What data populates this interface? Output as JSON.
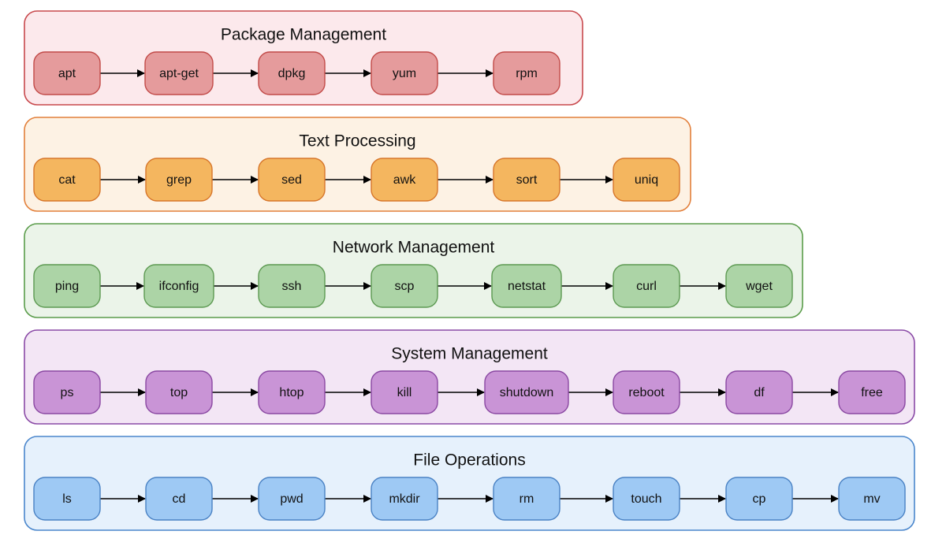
{
  "groups": [
    {
      "title": "Package Management",
      "colors": {
        "bg": "#fce9ec",
        "border": "#c8484c",
        "node_fill": "#e59b9c",
        "node_border": "#c24a48"
      },
      "nodes": [
        "apt",
        "apt-get",
        "dpkg",
        "yum",
        "rpm"
      ]
    },
    {
      "title": "Text Processing",
      "colors": {
        "bg": "#fdf2e4",
        "border": "#e27f3a",
        "node_fill": "#f4b65f",
        "node_border": "#d7762a"
      },
      "nodes": [
        "cat",
        "grep",
        "sed",
        "awk",
        "sort",
        "uniq"
      ]
    },
    {
      "title": "Network Management",
      "colors": {
        "bg": "#ebf4e9",
        "border": "#5a9c4a",
        "node_fill": "#acd4a6",
        "node_border": "#5d9a52"
      },
      "nodes": [
        "ping",
        "ifconfig",
        "ssh",
        "scp",
        "netstat",
        "curl",
        "wget"
      ]
    },
    {
      "title": "System Management",
      "colors": {
        "bg": "#f3e6f5",
        "border": "#8a4aa6",
        "node_fill": "#c994d6",
        "node_border": "#8a48a2"
      },
      "nodes": [
        "ps",
        "top",
        "htop",
        "kill",
        "shutdown",
        "reboot",
        "df",
        "free"
      ]
    },
    {
      "title": "File Operations",
      "colors": {
        "bg": "#e6f1fc",
        "border": "#4a86cc",
        "node_fill": "#9ec9f4",
        "node_border": "#4a82c4"
      },
      "nodes": [
        "ls",
        "cd",
        "pwd",
        "mkdir",
        "rm",
        "touch",
        "cp",
        "mv"
      ]
    }
  ]
}
